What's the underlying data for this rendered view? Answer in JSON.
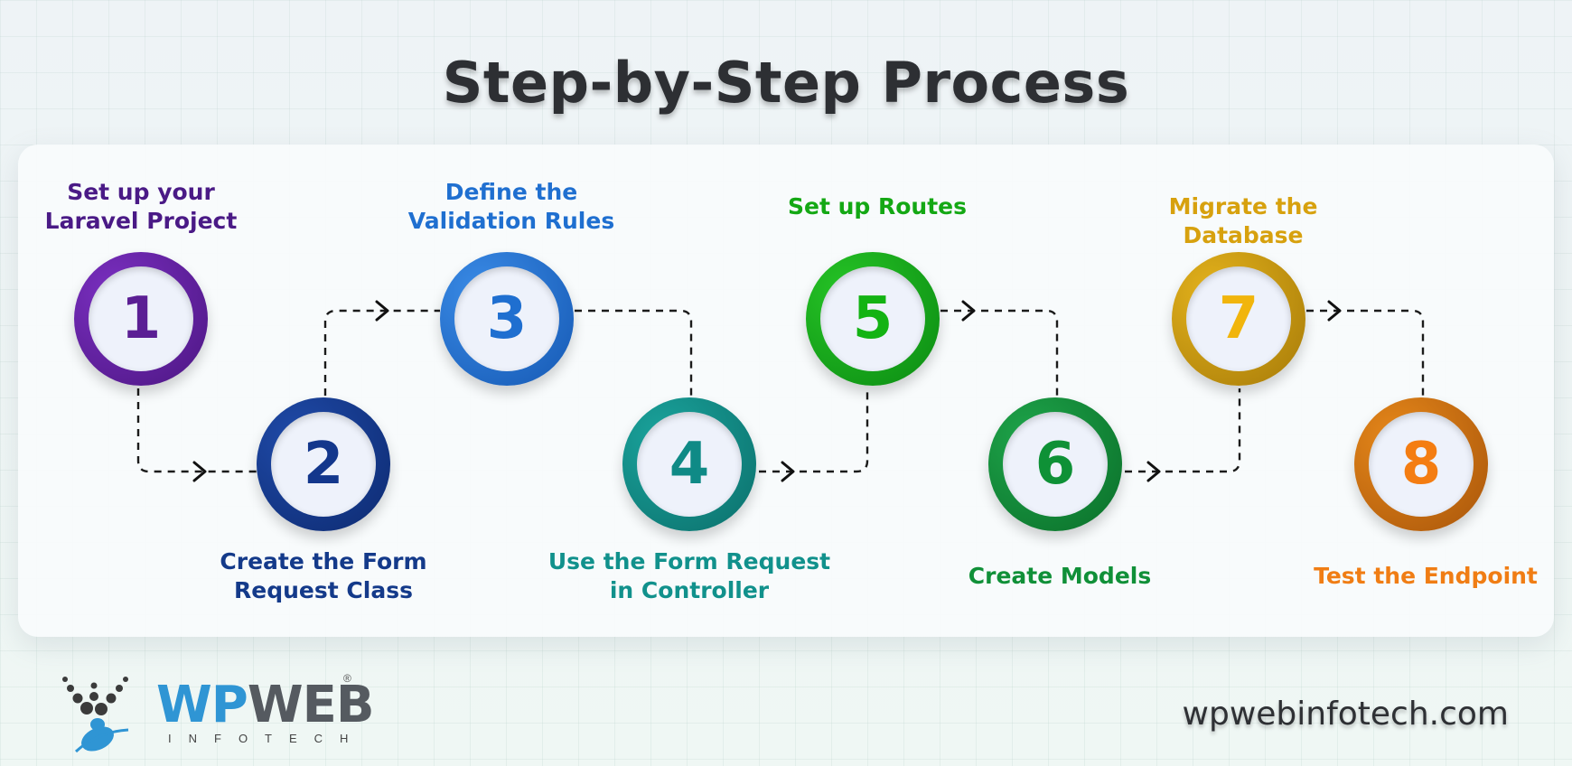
{
  "title": "Step-by-Step Process",
  "steps": [
    {
      "number": "1",
      "label": "Set up your\nLaravel Project",
      "color": "#5b1f94",
      "ring": "#5a1d96",
      "text_color": "#4a1a86"
    },
    {
      "number": "2",
      "label": "Create the Form\nRequest Class",
      "color": "#13378c",
      "ring": "#11307e",
      "text_color": "#143a8a"
    },
    {
      "number": "3",
      "label": "Define the\nValidation Rules",
      "color": "#1f6fd0",
      "ring": "#1a63c4",
      "text_color": "#1f6fd0"
    },
    {
      "number": "4",
      "label": "Use the Form Request\nin Controller",
      "color": "#0f8a86",
      "ring": "#0f7c7a",
      "text_color": "#11918c"
    },
    {
      "number": "5",
      "label": "Set up Routes",
      "color": "#13b313",
      "ring": "#0f9e16",
      "text_color": "#14a814"
    },
    {
      "number": "6",
      "label": "Create Models",
      "color": "#0e9136",
      "ring": "#0c7f30",
      "text_color": "#109038"
    },
    {
      "number": "7",
      "label": "Migrate the\nDatabase",
      "color": "#f1b50c",
      "ring": "#c9970c",
      "text_color": "#d7a10e"
    },
    {
      "number": "8",
      "label": "Test the Endpoint",
      "color": "#f47d12",
      "ring": "#c96a12",
      "text_color": "#f07d14"
    }
  ],
  "logo": {
    "brand_primary": "WP",
    "brand_secondary": "WEB",
    "registered": "®",
    "tagline": "INFOTECH",
    "blue": "#2f95d4",
    "grey": "#555a60"
  },
  "website": "wpwebinfotech.com"
}
